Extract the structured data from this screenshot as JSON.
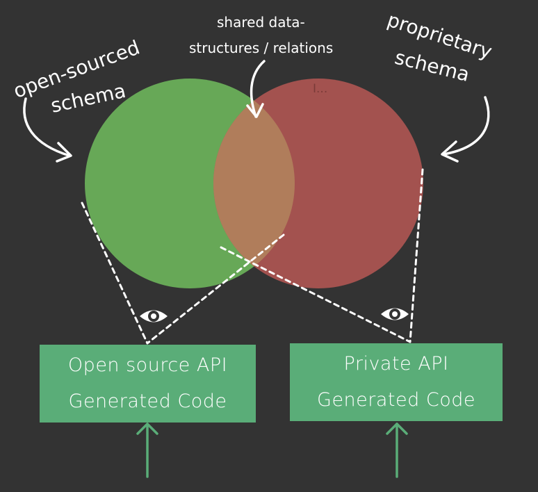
{
  "labels": {
    "open_schema_line1": "open-sourced",
    "open_schema_line2": "schema",
    "shared_line1": "shared data-",
    "shared_line2": "structures / relations",
    "proprietary_line1": "proprietary",
    "proprietary_line2": "schema",
    "ellipsis": "I..."
  },
  "boxes": {
    "left_line1": "Open source API",
    "left_line2": "Generated Code",
    "right_line1": "Private API",
    "right_line2": "Generated Code"
  },
  "colors": {
    "background": "#333333",
    "open_circle": "#67a857",
    "proprietary_circle": "#a3524f",
    "overlap": "#b07d5b",
    "box": "#5aad78",
    "arrow_green": "#5aad78"
  },
  "icons": [
    "eye-icon",
    "eye-icon",
    "curved-arrow-icon",
    "up-arrow-icon"
  ]
}
